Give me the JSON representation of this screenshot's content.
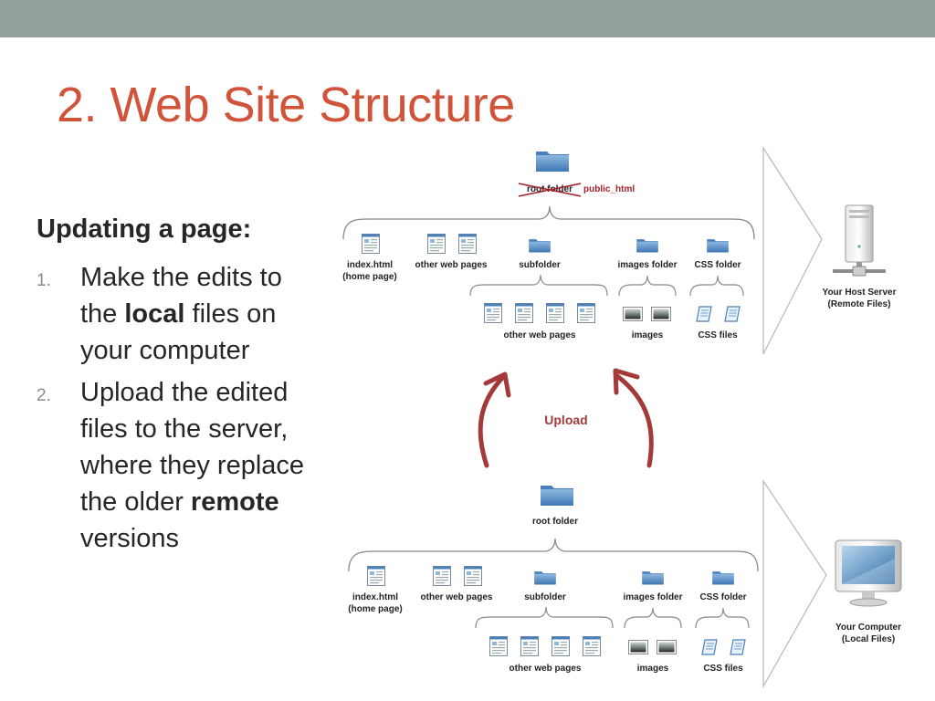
{
  "slide": {
    "title": "2. Web Site Structure",
    "heading": "Updating a page:",
    "steps": [
      {
        "num": "1.",
        "pre": "Make the edits to the ",
        "bold": "local",
        "post": " files on your computer"
      },
      {
        "num": "2.",
        "pre": "Upload the edited files to the server, where they replace the older ",
        "bold": "remote",
        "post": " versions"
      }
    ]
  },
  "diagram": {
    "remote": {
      "root_crossed": "root folder",
      "root_alt": "public_html",
      "index": "index.html",
      "index_sub": "(home page)",
      "other_pages": "other web pages",
      "subfolder": "subfolder",
      "images_folder": "images folder",
      "css_folder": "CSS folder",
      "sub_pages": "other web pages",
      "images": "images",
      "css_files": "CSS files",
      "machine_line1": "Your Host Server",
      "machine_line2": "(Remote Files)"
    },
    "local": {
      "root": "root folder",
      "index": "index.html",
      "index_sub": "(home page)",
      "other_pages": "other web pages",
      "subfolder": "subfolder",
      "images_folder": "images folder",
      "css_folder": "CSS folder",
      "sub_pages": "other web pages",
      "images": "images",
      "css_files": "CSS files",
      "machine_line1": "Your Computer",
      "machine_line2": "(Local Files)"
    },
    "upload_label": "Upload",
    "colors": {
      "accent": "#d0533a",
      "arrow": "#a33a3a",
      "public_html": "#a3232b",
      "folder": "#5b8fc7"
    }
  }
}
